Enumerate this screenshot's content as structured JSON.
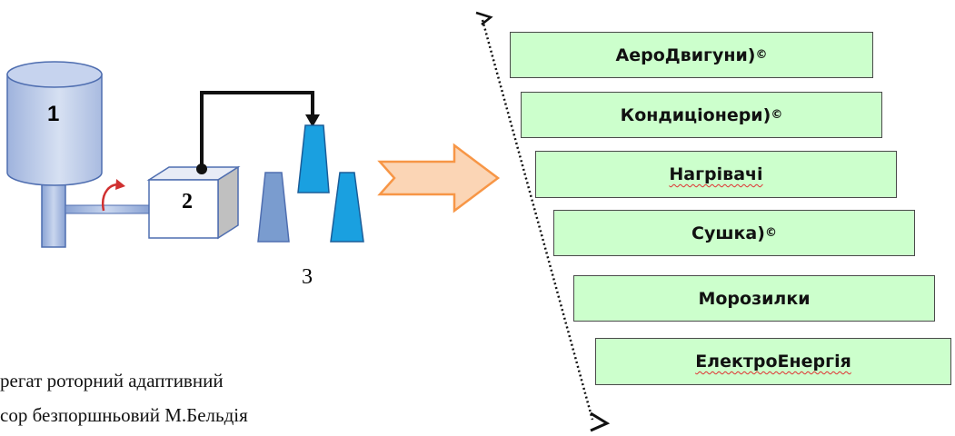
{
  "diagram": {
    "labels": {
      "tank": "1",
      "compressor": "2",
      "nozzles": "3"
    },
    "applications": [
      {
        "text": "АероДвигуни)",
        "mark": "©",
        "flagged": false
      },
      {
        "text": "Кондиціонери)",
        "mark": "©",
        "flagged": false
      },
      {
        "text": "Нагрівачі",
        "mark": "",
        "flagged": true
      },
      {
        "text": "Сушка)",
        "mark": "©",
        "flagged": false
      },
      {
        "text": "Морозилки",
        "mark": "",
        "flagged": false
      },
      {
        "text": "ЕлектроЕнергія",
        "mark": "",
        "flagged": true
      }
    ],
    "caption_lines": [
      "регат роторний адаптивний",
      "сор безпоршньовий М.Бельдія"
    ]
  },
  "colors": {
    "box_fill": "#ccffcc",
    "tank_fill": "#b8c7e6",
    "nozzle_dark": "#1aa0e0",
    "nozzle_light": "#7a9ccf",
    "arrow_fill": "#fbd5b5",
    "arrow_stroke": "#f79646",
    "rotation_arrow": "#d03030"
  }
}
